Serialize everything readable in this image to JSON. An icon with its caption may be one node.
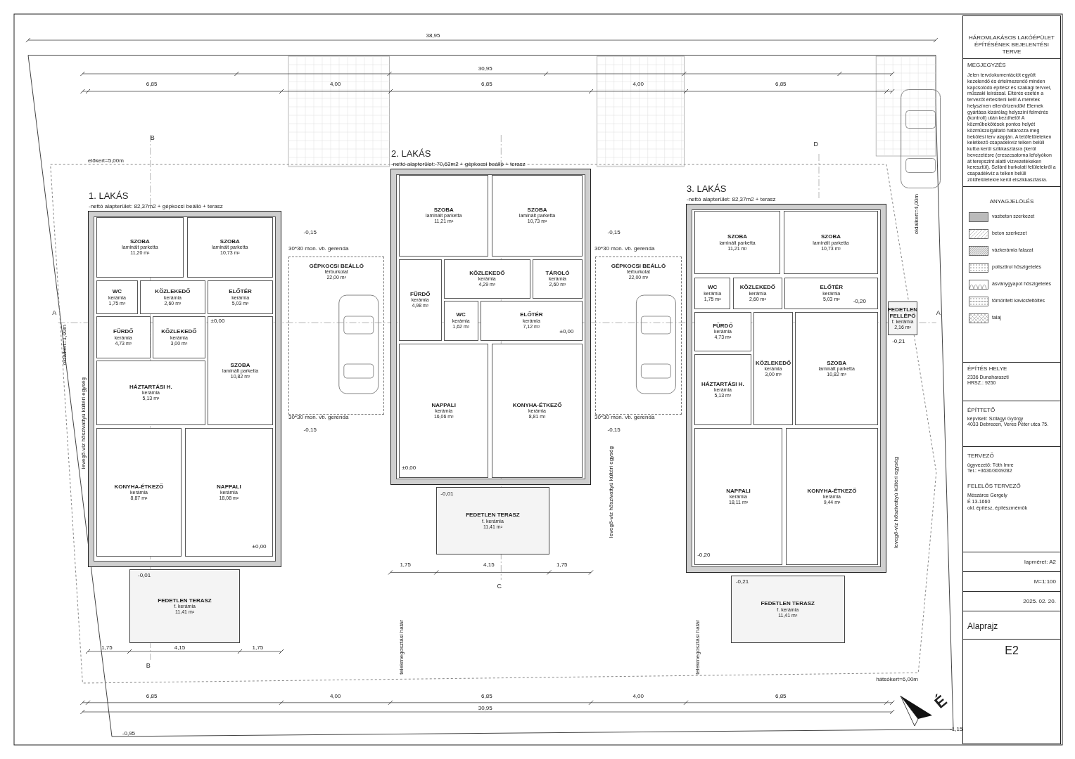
{
  "diagram": {
    "title": "HÁROMLAKÁSOS LAKÓÉPÜLET ÉPÍTÉSÉNEK BEJELENTÉSI TERVE",
    "nodes": [
      {
        "text": [
          "1. LAKÁS",
          "-nettó alapterület: 82,37m2 + gépkocsi beálló + terasz"
        ]
      },
      {
        "text": [
          "SZOBA",
          "laminált parketta",
          "11,20 m²"
        ],
        "in": 0
      },
      {
        "text": [
          "SZOBA",
          "laminált parketta",
          "10,73 m²"
        ],
        "in": 0
      },
      {
        "text": [
          "WC",
          "kerámia",
          "1,75 m²"
        ],
        "in": 0
      },
      {
        "text": [
          "KÖZLEKEDŐ",
          "kerámia",
          "2,60 m²"
        ],
        "in": 0
      },
      {
        "text": [
          "ELŐTÉR",
          "kerámia",
          "5,03 m²"
        ],
        "in": 0
      },
      {
        "text": [
          "FÜRDŐ",
          "kerámia",
          "4,73 m²"
        ],
        "in": 0
      },
      {
        "text": [
          "KÖZLEKEDŐ",
          "kerámia",
          "3,00 m²"
        ],
        "in": 0
      },
      {
        "text": [
          "HÁZTARTÁSI H.",
          "kerámia",
          "5,13 m²"
        ],
        "in": 0
      },
      {
        "text": [
          "SZOBA",
          "laminált parketta",
          "10,82 m²"
        ],
        "in": 0
      },
      {
        "text": [
          "KONYHA-ÉTKEZŐ",
          "kerámia",
          "8,87 m²"
        ],
        "in": 0
      },
      {
        "text": [
          "NAPPALI",
          "kerámia",
          "18,08 m²"
        ],
        "in": 0
      },
      {
        "text": [
          "FEDETLEN TERASZ",
          "f. kerámia",
          "11,41 m²"
        ]
      },
      {
        "text": [
          "GÉPKOCSI BEÁLLÓ",
          "térburkolat",
          "22,00 m²"
        ]
      },
      {
        "text": [
          "2. LAKÁS",
          "-nettó alapterület: 70,63m2 + gépkocsi beálló + terasz"
        ]
      },
      {
        "text": [
          "SZOBA",
          "laminált parketta",
          "11,21 m²"
        ],
        "in": 14
      },
      {
        "text": [
          "SZOBA",
          "laminált parketta",
          "10,73 m²"
        ],
        "in": 14
      },
      {
        "text": [
          "FÜRDŐ",
          "kerámia",
          "4,98 m²"
        ],
        "in": 14
      },
      {
        "text": [
          "KÖZLEKEDŐ",
          "kerámia",
          "4,29 m²"
        ],
        "in": 14
      },
      {
        "text": [
          "TÁROLÓ",
          "kerámia",
          "2,60 m²"
        ],
        "in": 14
      },
      {
        "text": [
          "WC",
          "kerámia",
          "1,62 m²"
        ],
        "in": 14
      },
      {
        "text": [
          "ELŐTÉR",
          "kerámia",
          "7,12 m²"
        ],
        "in": 14
      },
      {
        "text": [
          "NAPPALI",
          "kerámia",
          "16,06 m²"
        ],
        "in": 14
      },
      {
        "text": [
          "KONYHA-ÉTKEZŐ",
          "kerámia",
          "8,81 m²"
        ],
        "in": 14
      },
      {
        "text": [
          "FEDETLEN TERASZ",
          "f. kerámia",
          "11,41 m²"
        ]
      },
      {
        "text": [
          "GÉPKOCSI BEÁLLÓ",
          "térburkolat",
          "22,00 m²"
        ]
      },
      {
        "text": [
          "3. LAKÁS",
          "-nettó alapterület: 82,37m2 + terasz"
        ]
      },
      {
        "text": [
          "SZOBA",
          "laminált parketta",
          "11,21 m²"
        ],
        "in": 26
      },
      {
        "text": [
          "SZOBA",
          "laminált parketta",
          "10,73 m²"
        ],
        "in": 26
      },
      {
        "text": [
          "WC",
          "kerámia",
          "1,75 m²"
        ],
        "in": 26
      },
      {
        "text": [
          "KÖZLEKEDŐ",
          "kerámia",
          "2,60 m²"
        ],
        "in": 26
      },
      {
        "text": [
          "ELŐTÉR",
          "kerámia",
          "5,03 m²"
        ],
        "in": 26
      },
      {
        "text": [
          "FÜRDŐ",
          "kerámia",
          "4,73 m²"
        ],
        "in": 26
      },
      {
        "text": [
          "KÖZLEKEDŐ",
          "kerámia",
          "3,00 m²"
        ],
        "in": 26
      },
      {
        "text": [
          "HÁZTARTÁSI H.",
          "kerámia",
          "5,13 m²"
        ],
        "in": 26
      },
      {
        "text": [
          "SZOBA",
          "laminált parketta",
          "10,82 m²"
        ],
        "in": 26
      },
      {
        "text": [
          "NAPPALI",
          "kerámia",
          "18,11 m²"
        ],
        "in": 26
      },
      {
        "text": [
          "KONYHA-ÉTKEZŐ",
          "kerámia",
          "9,44 m²"
        ],
        "in": 26
      },
      {
        "text": [
          "FEDETLEN FELLÉPŐ",
          "f. kerámia",
          "2,16 m²"
        ]
      },
      {
        "text": [
          "FEDETLEN TERASZ",
          "f. kerámia",
          "11,41 m²"
        ]
      }
    ],
    "labels": [
      "38,95",
      "30,95",
      "6,85",
      "4,00",
      "6,85",
      "4,00",
      "6,85",
      "előkert=5,00m",
      "oldalkert=1,00m",
      "oldalkert=4,00m",
      "30*30 mon. vb. gerenda",
      "30*30 mon. vb. gerenda",
      "30*30 mon. vb. gerenda",
      "30*30 mon. vb. gerenda",
      "levegő-víz hőszivattyú kültéri egység",
      "levegő-víz hőszivattyú kültéri egység",
      "levegő-víz hőszivattyú kültéri egység",
      "telekmegosztási határ",
      "telekmegosztási határ",
      "hátsókert=6,00m",
      "6,85",
      "4,00",
      "6,85",
      "4,00",
      "6,85",
      "30,95",
      "1,75",
      "4,15",
      "1,75",
      "1,75",
      "4,15",
      "1,75",
      "±0,00",
      "±0,00",
      "-0,01",
      "-0,15",
      "-0,15",
      "±0,00",
      "±0,00",
      "-0,01",
      "-0,15",
      "-0,15",
      "-0,20",
      "-0,21",
      "-0,20",
      "-0,21",
      "-0,95",
      "-1,15",
      "É",
      "B",
      "B",
      "C",
      "A",
      "A",
      "D",
      "MEGJEGYZÉS",
      "Jelen tervdokumentációt együtt kezelendő és értelmezendő minden kapcsolódó építész és szakági tervvel, műszaki leírással. Eltérés esetén a tervezőt értesíteni kell! A méretek helyszínen ellenőrizendők! Elemek gyártása kizárólag helyszíni felmérés (kontroll) után kezdhető! A közműbekötések pontos helyét közműszolgáltató határozza meg bekötési terv alapján. A tetőfelületeken keletkező csapadékvíz telken belüli kutba kerül szikkasztásra (kerül bevezetésre (ereszcsatorna lefolyókon át terepszint alatti vízvezetékeken keresztül). Szilárd burkolati felületekről a csapadékvíz a telken belüli zöldfelületekre kerül elszikkasztásra.",
      "ANYAGJELÖLÉS",
      "ÉPÍTÉS HELYE",
      "2336 Dunaharaszti",
      "HRSZ.: 9250",
      "ÉPÍTTETŐ",
      "képviseli: Szilágyi György",
      "4033 Debrecen, Veres Péter utca 75.",
      "TERVEZŐ",
      "ügyvezető: Tóth Imre",
      "Tel.: +3630/3009282",
      "FELELŐS TERVEZŐ",
      "Mészáros Gergely",
      "É 13-1660",
      "okl. építész, építészmérnök",
      "lapméret: A2",
      "M=1:100",
      "2025. 02. 20.",
      "Alaprajz",
      "E2"
    ],
    "legend": [
      {
        "text": "vasbeton szerkezet"
      },
      {
        "text": "beton szerkezet"
      },
      {
        "text": "vázkerámia falazat"
      },
      {
        "text": "polisztirol hőszigetelés"
      },
      {
        "text": "ásványgyapot hőszigetelés"
      },
      {
        "text": "tömörített kavicsfeltöltés"
      },
      {
        "text": "talaj"
      }
    ]
  }
}
